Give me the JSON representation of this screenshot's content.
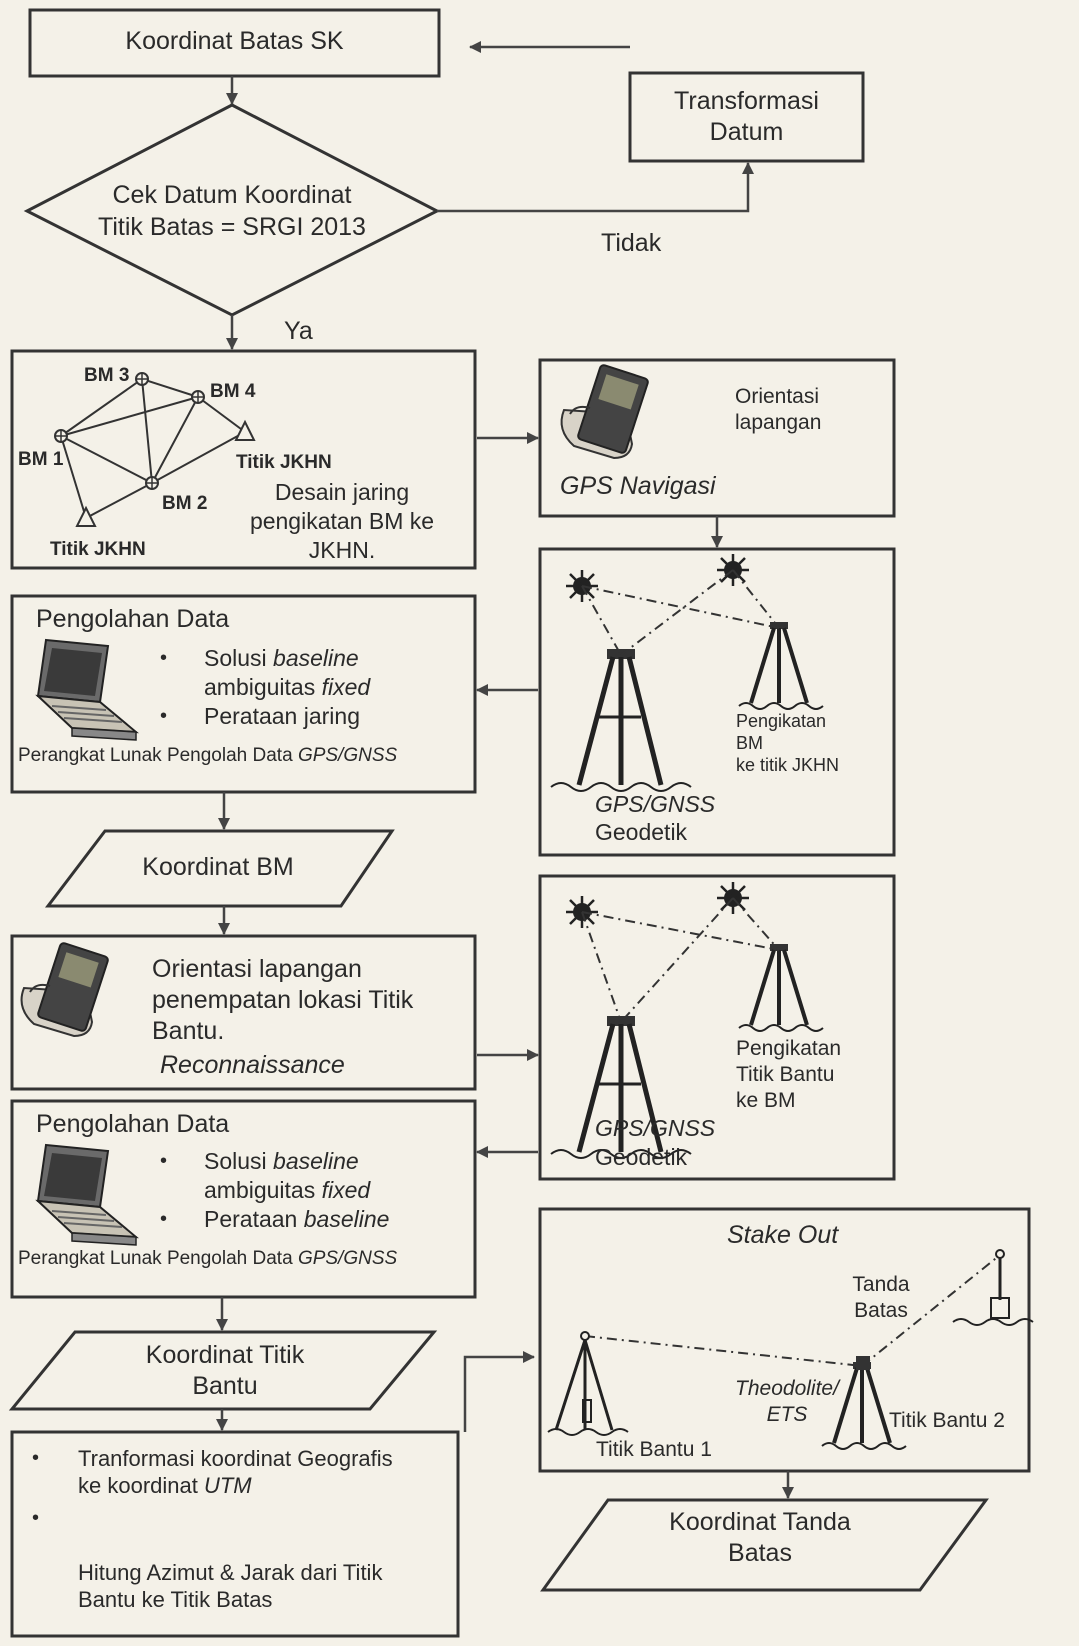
{
  "start": "Koordinat Batas SK",
  "transform": "Transformasi\nDatum",
  "decision": {
    "line1": "Cek  Datum Koordinat",
    "line2": "Titik Batas = SRGI 2013"
  },
  "tidak": "Tidak",
  "ya": "Ya",
  "network": {
    "bm1": "BM 1",
    "bm2": "BM 2",
    "bm3": "BM 3",
    "bm4": "BM 4",
    "jkhn_right": "Titik JKHN",
    "jkhn_left": "Titik JKHN",
    "desc": "Desain jaring\npengikatan BM ke\nJKHN."
  },
  "gps_nav": {
    "orient": "Orientasi\nlapangan",
    "title": "GPS Navigasi"
  },
  "survey1": {
    "label": "Pengikatan\nBM\nke titik JKHN",
    "gps": "GPS/GNSS",
    "geod": "Geodetik"
  },
  "proc1": {
    "title": "Pengolahan Data",
    "b1a": "Solusi ",
    "b1b": "baseline",
    "b1c": "ambiguitas ",
    "b1d": "fixed",
    "b2": "Perataan jaring",
    "footer_a": "Perangkat Lunak Pengolah Data ",
    "footer_b": "GPS/GNSS"
  },
  "koord_bm": "Koordinat BM",
  "recon": {
    "text": "Orientasi lapangan\npenempatan lokasi Titik\nBantu.",
    "italic": "Reconnaissance"
  },
  "survey2": {
    "label": "Pengikatan\nTitik Bantu\nke BM",
    "gps": "GPS/GNSS",
    "geod": "Geodetik"
  },
  "proc2": {
    "title": "Pengolahan Data",
    "b1a": "Solusi ",
    "b1b": "baseline",
    "b1c": "ambiguitas ",
    "b1d": "fixed",
    "b2a": "Perataan ",
    "b2b": "baseline",
    "footer_a": "Perangkat Lunak Pengolah Data ",
    "footer_b": "GPS/GNSS"
  },
  "koord_tb": "Koordinat Titik\nBantu",
  "final": {
    "b1a": "Tranformasi koordinat Geografis\nke koordinat ",
    "b1b": "UTM",
    "b2": "Hitung Azimut & Jarak dari Titik\nBantu ke Titik Batas"
  },
  "stake": {
    "title": "Stake Out",
    "tanda": "Tanda\nBatas",
    "theo": "Theodolite/\nETS",
    "tb1": "Titik Bantu 1",
    "tb2": "Titik Bantu 2"
  },
  "koord_tanda": "Koordinat Tanda\nBatas",
  "bullet": "•"
}
